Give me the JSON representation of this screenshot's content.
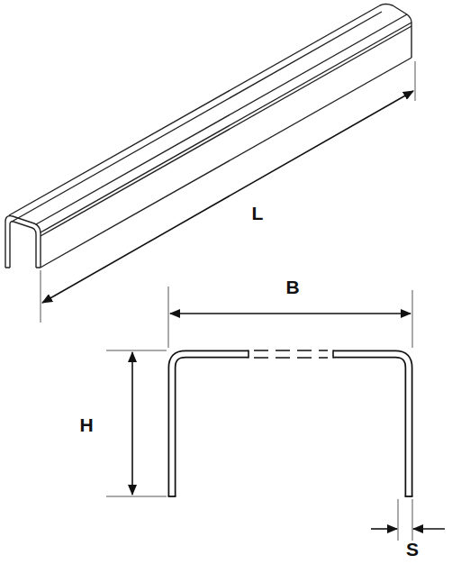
{
  "diagram": {
    "labels": [
      "L",
      "B",
      "H",
      "S"
    ]
  }
}
